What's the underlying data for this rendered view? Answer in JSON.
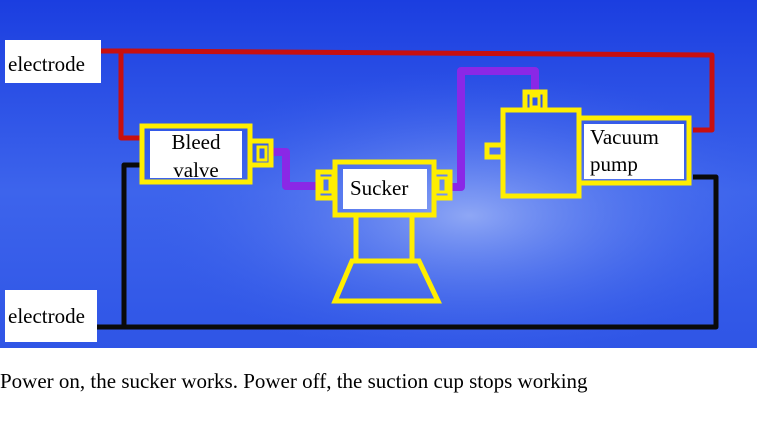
{
  "diagram": {
    "labels": {
      "electrode_top": "electrode",
      "electrode_bottom": "electrode",
      "bleed_valve": [
        "Bleed",
        "valve"
      ],
      "sucker": "Sucker",
      "vacuum_pump": [
        "Vacuum",
        "pump"
      ]
    },
    "colors": {
      "background_top": "#1a3fe0",
      "background_mid": "#3b63ec",
      "background_glow": "#7f9df5",
      "component_outline": "#ffee00",
      "positive_wire": "#c80f0f",
      "negative_wire": "#0a0a0a",
      "air_hose": "#8a28e6",
      "label_background": "#ffffff"
    }
  },
  "caption": "Power on, the sucker works. Power off, the suction cup stops working"
}
